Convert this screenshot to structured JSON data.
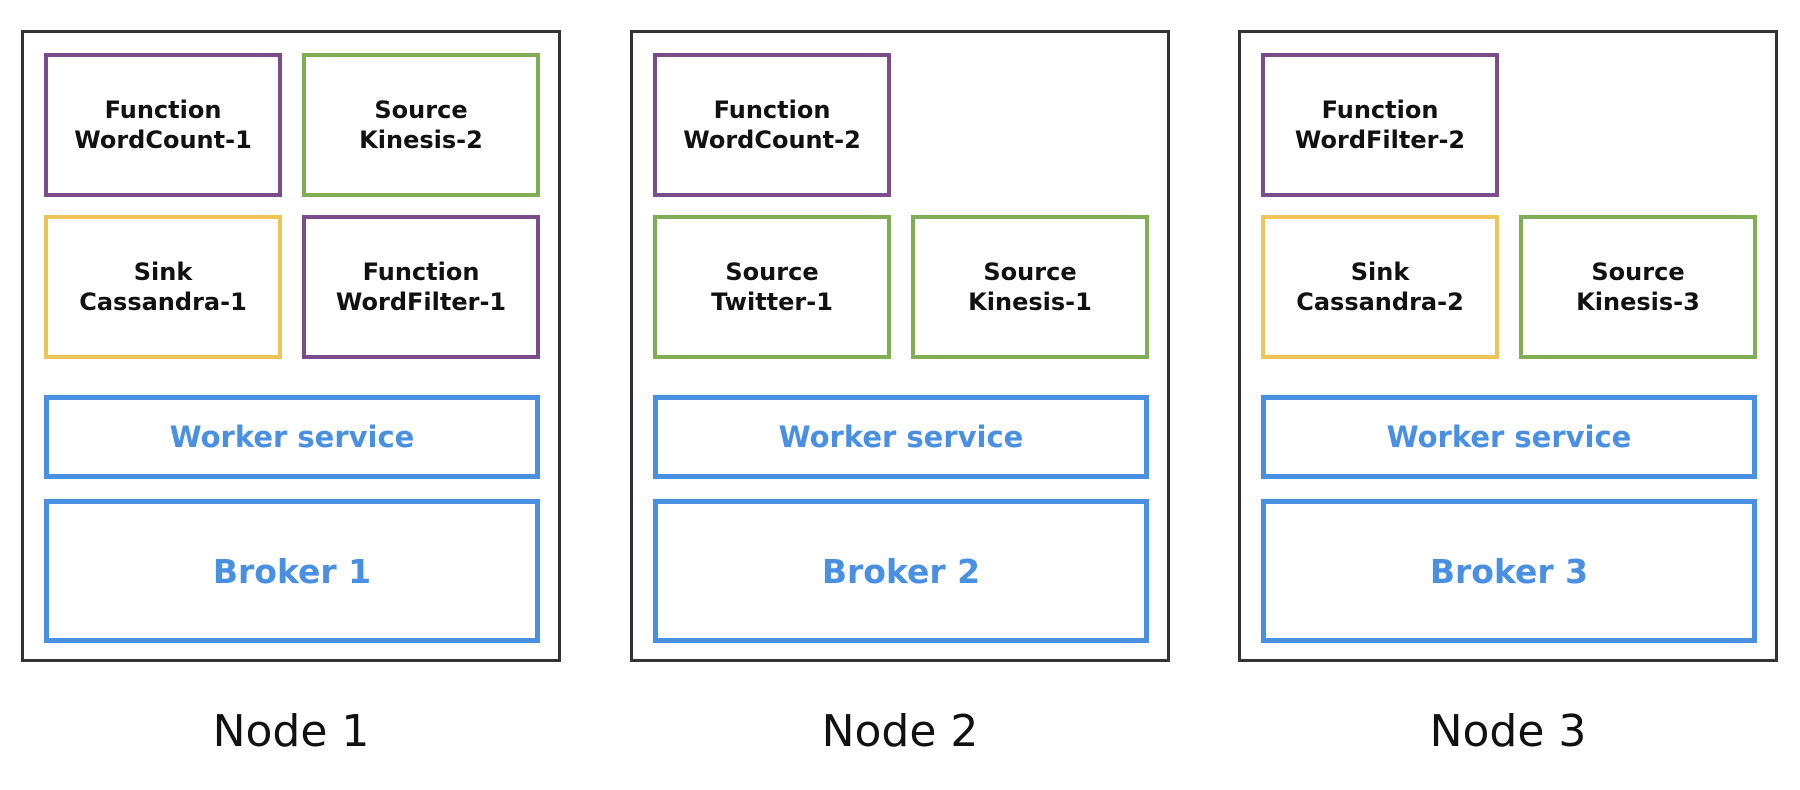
{
  "colors": {
    "function_border": "#7b4b8c",
    "source_border": "#7fae55",
    "sink_border": "#efc456",
    "service_blue": "#4a90e2",
    "node_border": "#333333"
  },
  "nodes": [
    {
      "label": "Node 1",
      "worker": "Worker service",
      "broker": "Broker 1",
      "components": [
        {
          "kind": "function",
          "type": "Function",
          "name": "WordCount-1"
        },
        {
          "kind": "source",
          "type": "Source",
          "name": "Kinesis-2"
        },
        {
          "kind": "sink",
          "type": "Sink",
          "name": "Cassandra-1"
        },
        {
          "kind": "function",
          "type": "Function",
          "name": "WordFilter-1"
        }
      ]
    },
    {
      "label": "Node 2",
      "worker": "Worker service",
      "broker": "Broker 2",
      "components": [
        {
          "kind": "function",
          "type": "Function",
          "name": "WordCount-2"
        },
        null,
        {
          "kind": "source",
          "type": "Source",
          "name": "Twitter-1"
        },
        {
          "kind": "source",
          "type": "Source",
          "name": "Kinesis-1"
        }
      ]
    },
    {
      "label": "Node 3",
      "worker": "Worker service",
      "broker": "Broker 3",
      "components": [
        {
          "kind": "function",
          "type": "Function",
          "name": "WordFilter-2"
        },
        null,
        {
          "kind": "sink",
          "type": "Sink",
          "name": "Cassandra-2"
        },
        {
          "kind": "source",
          "type": "Source",
          "name": "Kinesis-3"
        }
      ]
    }
  ]
}
